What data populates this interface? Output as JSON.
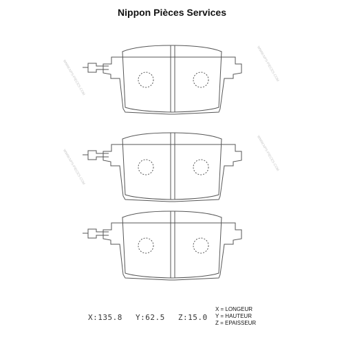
{
  "header": {
    "title": "Nippon Pièces Services"
  },
  "dimensions": {
    "x": "X:135.8",
    "y": "Y:62.5",
    "z": "Z:15.0"
  },
  "legend": {
    "x": "X = LONGEUR",
    "y": "Y = HAUTEUR",
    "z": "Z = EPAISSEUR"
  },
  "watermark": {
    "text": "WWW.NPS-PIECES.COM"
  },
  "colors": {
    "line": "#555555",
    "title": "#111111"
  }
}
